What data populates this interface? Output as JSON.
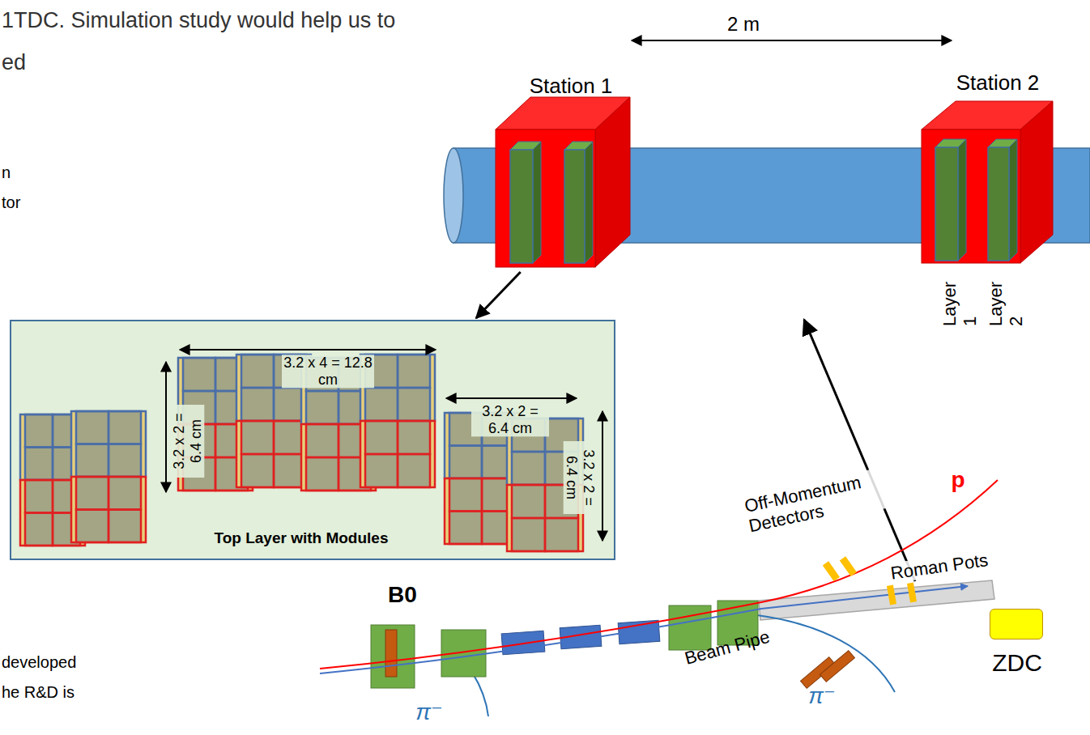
{
  "diagram": {
    "nodes": [
      {
        "text": [
          "Station 1"
        ]
      },
      {
        "text": [
          "Station 2"
        ]
      },
      {
        "text": [
          "Top Layer with Modules"
        ]
      },
      {
        "text": [
          "ZDC"
        ]
      }
    ],
    "edges": [
      {
        "from": 0,
        "to": 2,
        "arrow": "to"
      }
    ],
    "labels": [
      "1TDC. Simulation study would help us to",
      "ed",
      "n",
      "tor",
      "developed",
      "he R&D is",
      "2 m",
      "Layer 1",
      "Layer 2",
      "3.2 x 4 = 12.8 cm",
      "3.2 x 2 = 6.4 cm",
      "3.2 x 2 = 6.4 cm",
      "3.2 x 2 = 6.4 cm",
      "Off-Momentum Detectors",
      "p",
      "Roman Pots",
      "B0",
      "Beam Pipe",
      "π⁻",
      "π⁻"
    ]
  }
}
